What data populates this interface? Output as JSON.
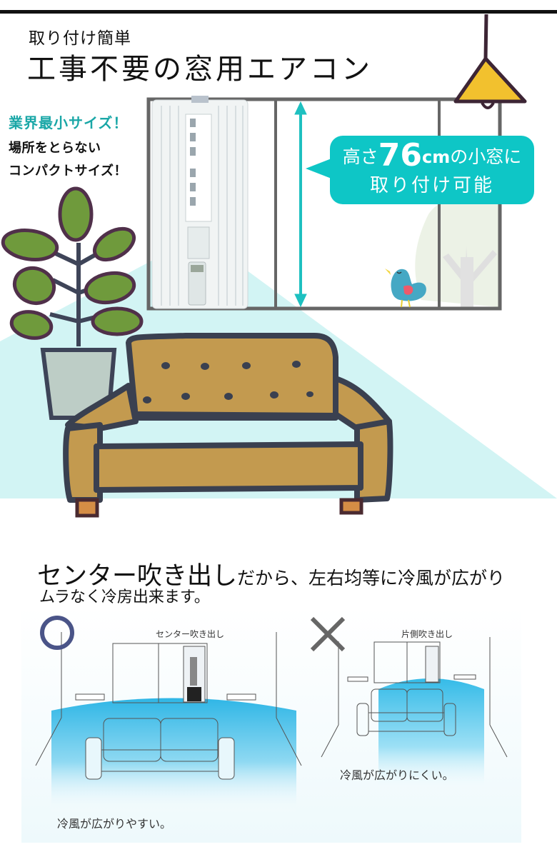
{
  "header": {
    "subtitle": "取り付け簡単",
    "title": "工事不要の窓用エアコン"
  },
  "features": {
    "highlight": "業界最小サイズ！",
    "line1": "場所をとらない",
    "line2": "コンパクトサイズ！"
  },
  "callout": {
    "prefix": "高さ",
    "height_value": "76",
    "unit": "cm",
    "suffix": "の小窓に",
    "line2": "取り付け可能"
  },
  "section2": {
    "headline_emphasis": "センター吹き出し",
    "headline_rest": "だから、左右均等に冷風が広がり",
    "line2": "ムラなく冷房出来ます。"
  },
  "comparison": {
    "good": {
      "mark": "○",
      "label": "センター吹き出し",
      "caption": "冷風が広がりやすい。"
    },
    "bad": {
      "mark": "×",
      "label": "片側吹き出し",
      "caption": "冷風が広がりにくい。"
    }
  },
  "colors": {
    "accent_teal": "#0ec6c6",
    "teal_text": "#1aa7a7",
    "cool_air": "#d2f4f4",
    "sofa": "#c39a4f",
    "lamp": "#f2c12e",
    "good_circle": "#4a5488",
    "bad_cross": "#666666"
  }
}
